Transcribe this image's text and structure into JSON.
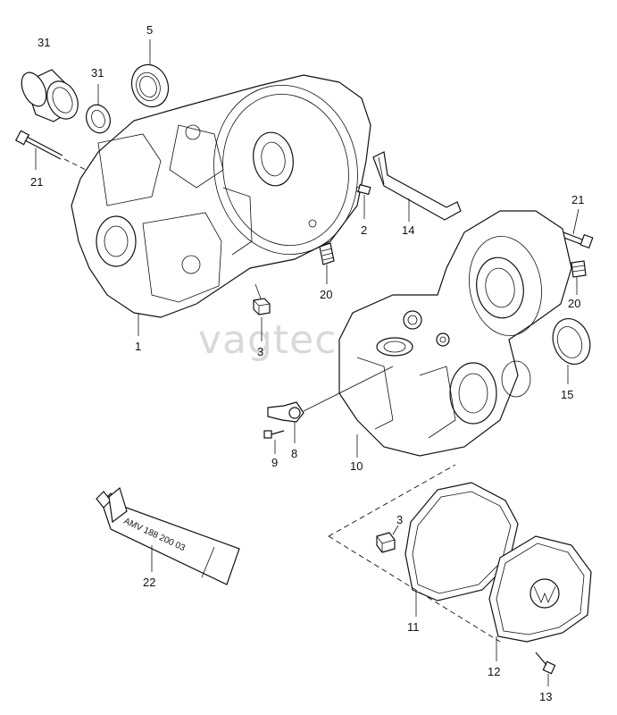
{
  "watermark": "vagtec.ru",
  "tube_label": "AMV 188 200 03",
  "labels": {
    "p31a": "31",
    "p31b": "31",
    "p5": "5",
    "p21a": "21",
    "p1": "1",
    "p3a": "3",
    "p2": "2",
    "p20a": "20",
    "p14": "14",
    "p21b": "21",
    "p20b": "20",
    "p15": "15",
    "p9": "9",
    "p8": "8",
    "p10": "10",
    "p22": "22",
    "p3b": "3",
    "p11": "11",
    "p12": "12",
    "p13": "13"
  }
}
